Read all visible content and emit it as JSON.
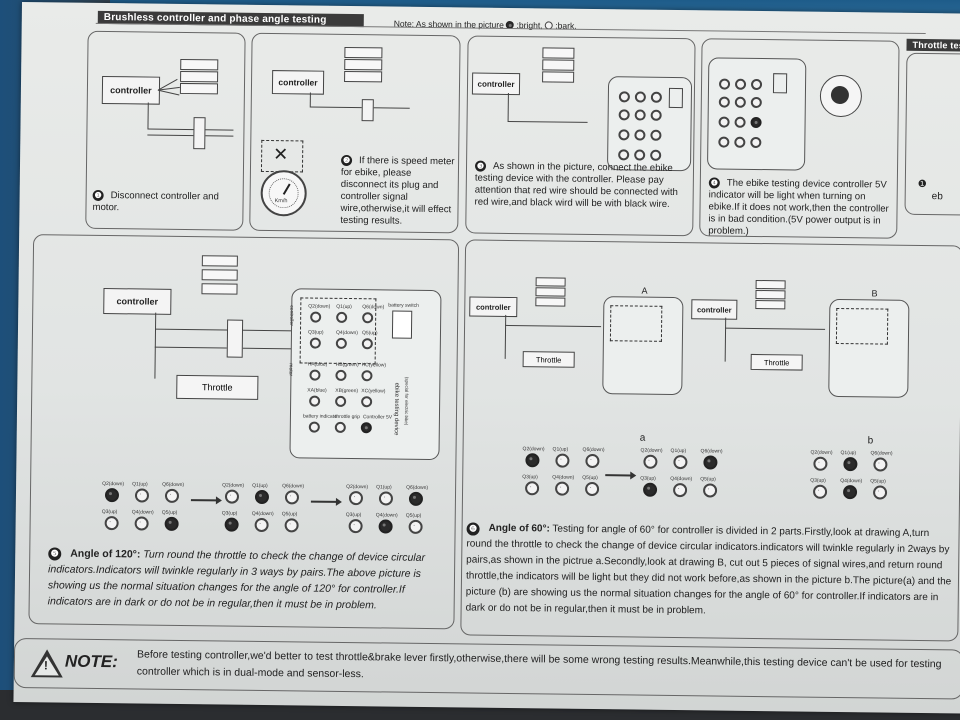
{
  "header": {
    "title": "Brushless controller and phase angle testing",
    "note": "Note: As shown in the picture",
    "bright": ":bright,",
    "dark": ":bark."
  },
  "right_header": "Throttle tes",
  "right_frag": "eb",
  "right_bullet": "❶",
  "controller_label": "controller",
  "throttle_label": "Throttle",
  "step1": {
    "num": "❶",
    "text": "Disconnect controller and motor."
  },
  "step2": {
    "num": "❷",
    "text": "If there is speed meter for ebike, please disconnect its plug and controller signal wire,otherwise,it will effect testing results.",
    "meter_unit": "Km/h"
  },
  "step3": {
    "num": "❸",
    "text": "As shown in the picture, connect the ebike testing device with the controller. Please pay attention that red wire should be connected with red wire,and black wird will be with black wire."
  },
  "step4": {
    "num": "❹",
    "text": "The ebike testing device controller 5V indicator will be light when turning on ebike.If it does not work,then the controller is in bad condition.(5V power output is in problem.)"
  },
  "step5": {
    "num": "❺",
    "heading": "Angle of 120°:",
    "text": "Turn round the throttle to check the change of device circular indicators.Indicators will twinkle regularly in 3 ways by pairs.The above picture is showing us the normal situation changes for the angle of 120° for controller.If indicators are in dark or do not be in regular,then it must be in problem."
  },
  "step6": {
    "num": "❻",
    "heading": "Angle of 60°:",
    "text": "Testing for angle of 60° for controller is divided in 2 parts.Firstly,look at drawing A,turn round the throttle to check the change of device circular indicators.indicators will twinkle regularly in 2ways by pairs,as shown in the pictrue a.Secondly,look at drawing B, cut out 5 pieces of signal wires,and return round throttle,the indicators will be light but they did not work before,as shown in the picture b.The picture(a) and the picture (b) are showing us the normal situation changes for the angle of 60° for controller.If indicators are in dark or do not be in regular,then it must be in problem."
  },
  "drawing_labels": {
    "A": "A",
    "B": "B",
    "a": "a",
    "b": "b"
  },
  "tester_labels": {
    "q2": "Q2(down)",
    "q1": "Q1(up)",
    "q6": "Q6(down)",
    "q3": "Q3(up)",
    "q4": "Q4(down)",
    "q5": "Q5(up)",
    "ha": "HA(blue)",
    "hb": "HB(green)",
    "hc": "HC(yellow)",
    "xa": "XA(blue)",
    "xb": "XB(green)",
    "xc": "XC(yellow)",
    "bat": "battery indicate",
    "thr": "throttle grip",
    "c5v": "Controller 5V",
    "switch": "battery switch",
    "side": "ebike testing device",
    "side2": "(special for electric bike)",
    "ctrl_v": "controller",
    "motor_v": "motor"
  },
  "note": {
    "label": "NOTE:",
    "text": "Before testing controller,we'd better to test throttle&brake lever firstly,otherwise,there will be some wrong testing results.Meanwhile,this testing device can't be used for testing controller which is in dual-mode and sensor-less."
  }
}
